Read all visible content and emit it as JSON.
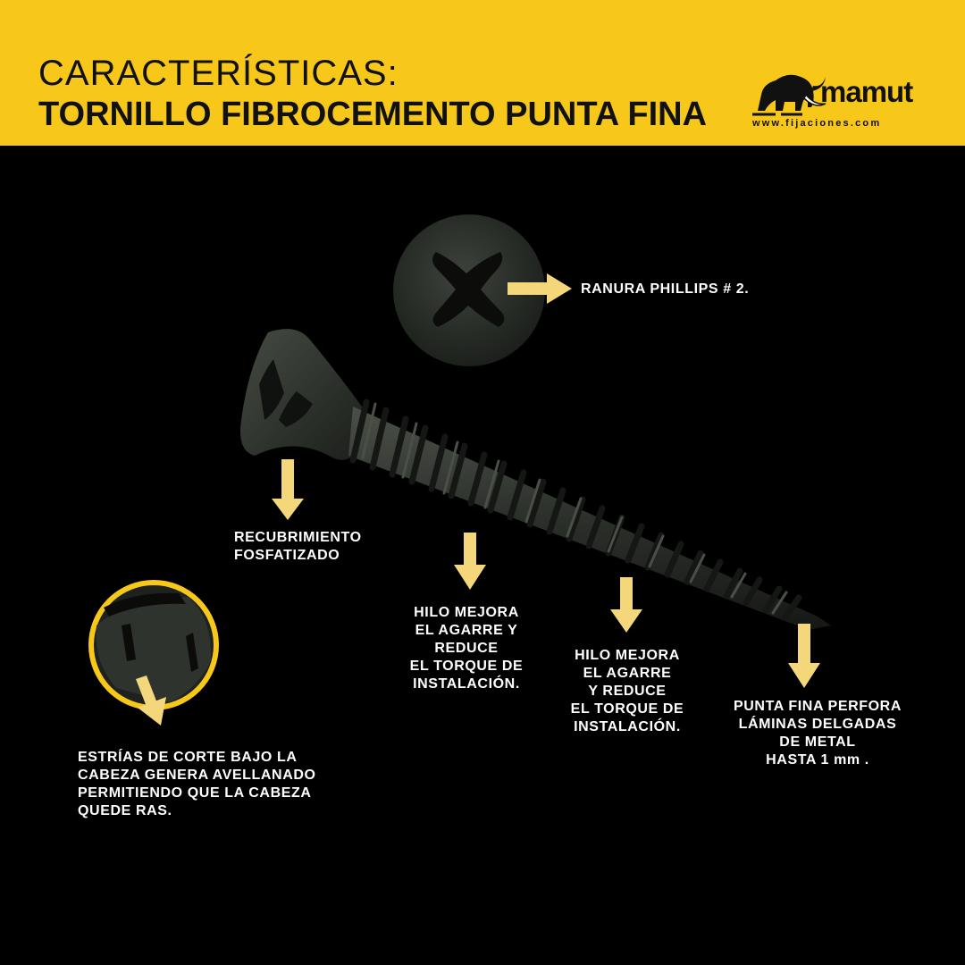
{
  "header": {
    "title_line1": "CARACTERÍSTICAS:",
    "title_line2": "TORNILLO FIBROCEMENTO PUNTA FINA",
    "background": "#f7c81a"
  },
  "logo": {
    "name": "mamut",
    "url": "www.fijaciones.com",
    "icon": "mammoth-icon"
  },
  "callouts": {
    "phillips": "RANURA PHILLIPS # 2.",
    "coating": "RECUBRIMIENTO\nFOSFATIZADO",
    "thread_1": "HILO MEJORA\nEL AGARRE Y\nREDUCE\nEL TORQUE DE\nINSTALACIÓN.",
    "thread_2": "HILO MEJORA\nEL AGARRE\nY REDUCE\nEL TORQUE  DE\nINSTALACIÓN.",
    "tip": "PUNTA FINA PERFORA\nLÁMINAS DELGADAS\nDE METAL\nHASTA 1 mm .",
    "cutting_ribs": "ESTRÍAS DE CORTE BAJO LA\nCABEZA GENERA AVELLANADO\nPERMITIENDO QUE LA CABEZA\nQUEDE RAS."
  },
  "colors": {
    "arrow": "#f3d77a",
    "screw": "#2b2f2a",
    "accent": "#f7c81a"
  }
}
